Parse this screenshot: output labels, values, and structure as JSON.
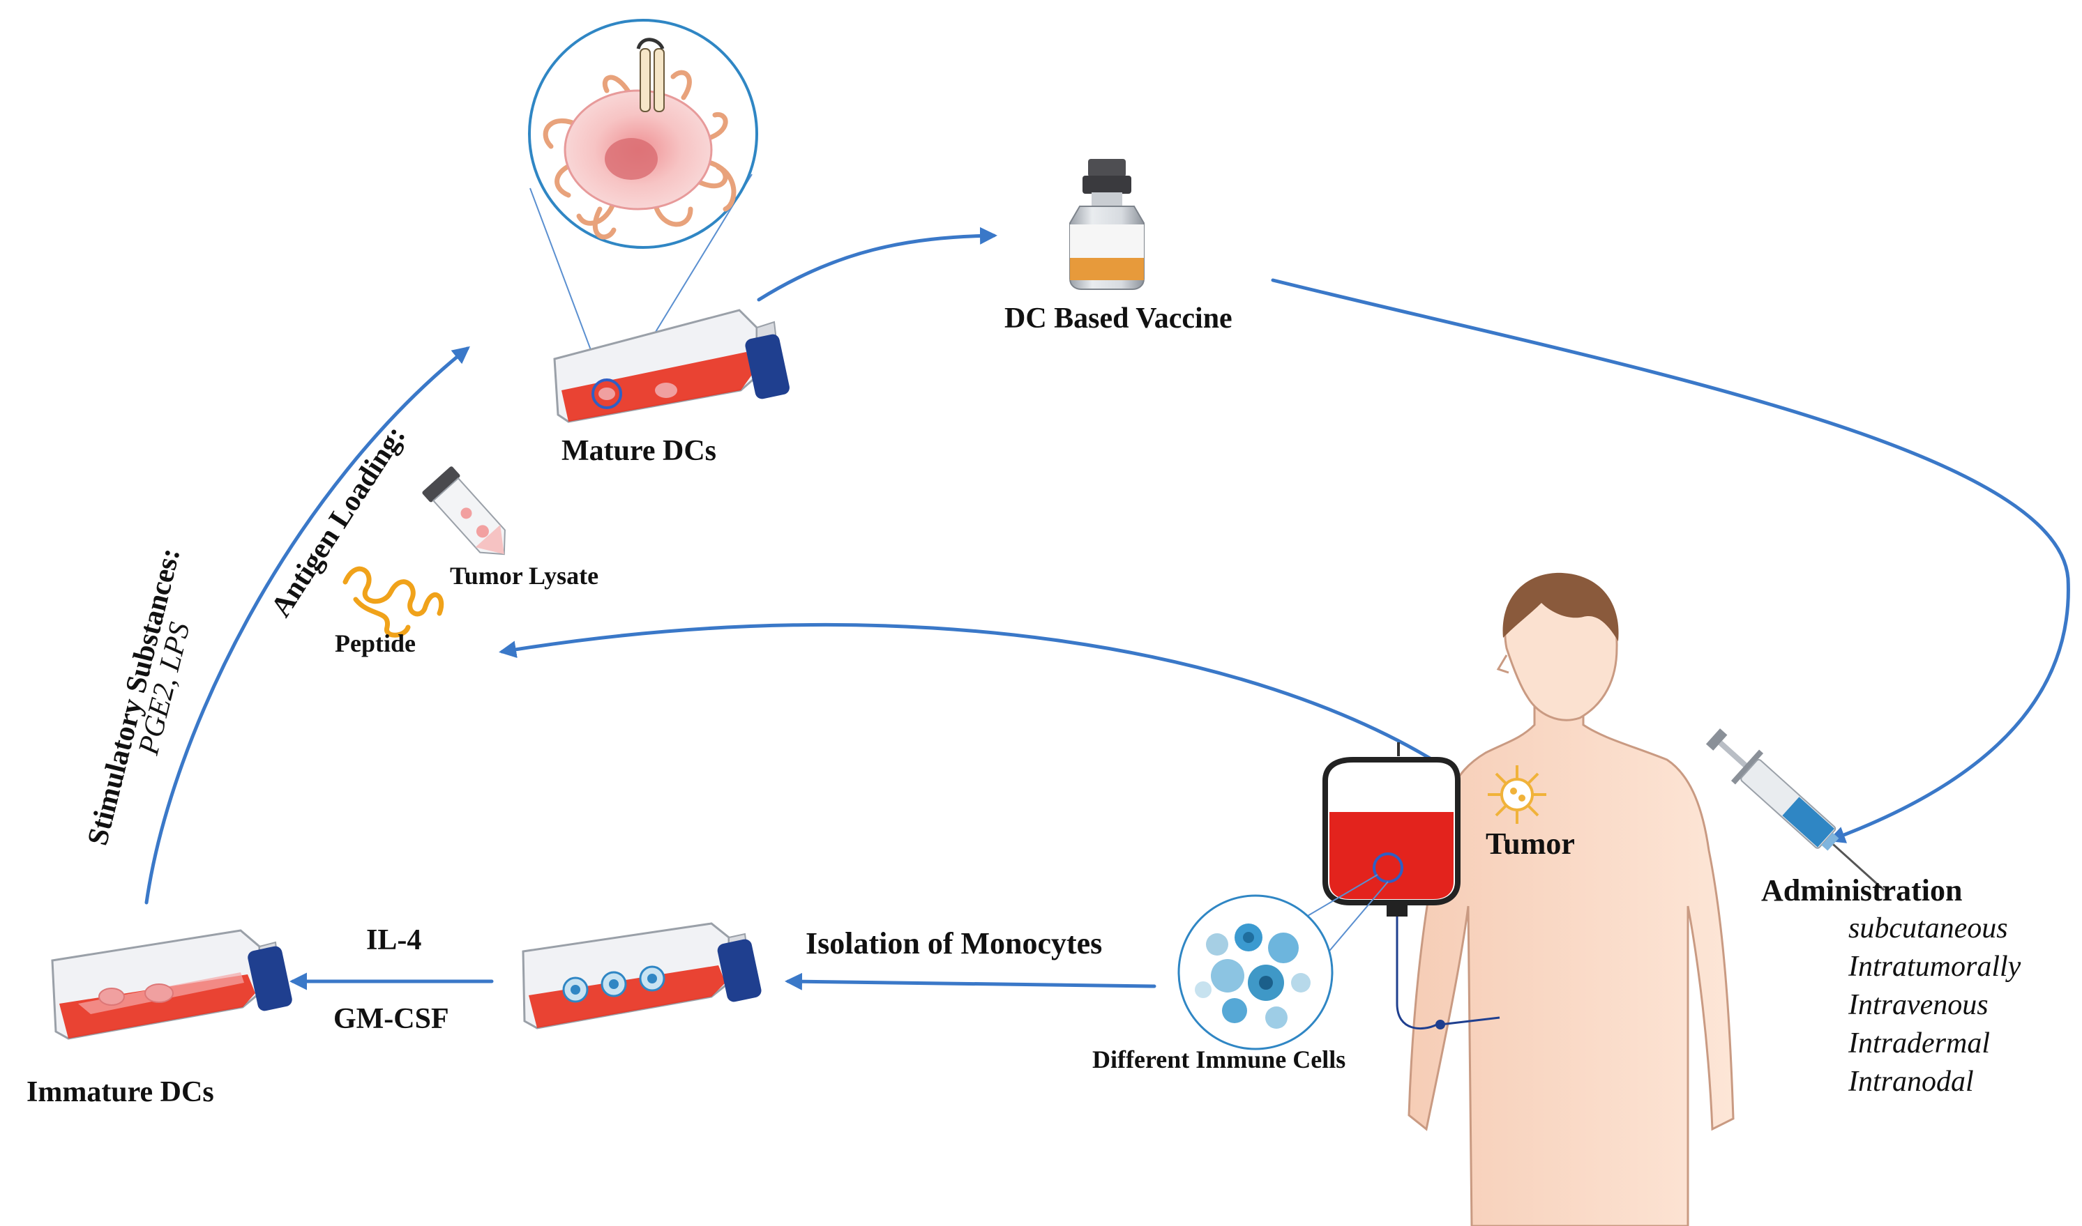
{
  "labels": {
    "mature_dcs": "Mature DCs",
    "dc_vaccine": "DC Based Vaccine",
    "antigen_loading": "Antigen Loading:",
    "tumor_lysate": "Tumor Lysate",
    "peptide": "Peptide",
    "stimulatory_1": "Stimulatory Substances:",
    "stimulatory_2": "PGE2, LPS",
    "tumor": "Tumor",
    "administration": "Administration",
    "isolation": "Isolation of Monocytes",
    "different_immune": "Different Immune Cells",
    "il4": "IL-4",
    "gmcsf": "GM-CSF",
    "immature_dcs": "Immature DCs"
  },
  "routes": [
    "subcutaneous",
    "Intratumorally",
    "Intravenous",
    "Intradermal",
    "Intranodal"
  ],
  "colors": {
    "arrow": "#3a78c8",
    "medium": "#e8301e",
    "flask_glass": "#f2f3f6",
    "cap": "#1f3f8f",
    "skin": "#fbe1d0",
    "hair": "#8a5a3c",
    "blood": "#e3231d",
    "tumor_cell": "#f0b23a",
    "dc_pink": "#f5b6b6"
  }
}
